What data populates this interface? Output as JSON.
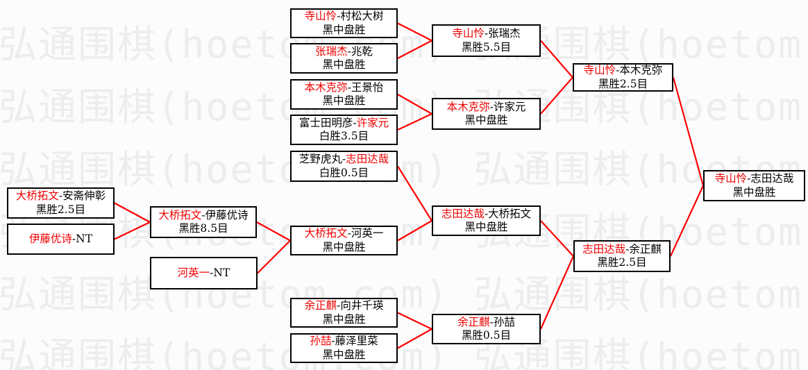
{
  "watermark": {
    "unit": "弘通围棋(hoetom.com)",
    "row_text": "弘通围棋(hoetom.com) 弘通围棋(hoetom.com) 弘通围棋(hoetom.com)",
    "color": "#ebedee"
  },
  "colors": {
    "winner": "#ee0000",
    "line": "#ff0000",
    "box_border": "#000000",
    "text": "#000000",
    "background": "#fcfcfd",
    "box_background": "#ffffff"
  },
  "separator": "-",
  "bracket": {
    "matches": [
      {
        "id": "L1a",
        "players": [
          {
            "name": "大桥拓文",
            "winner": true
          },
          {
            "name": "安斋伸彰",
            "winner": false
          }
        ],
        "result": "黑胜2.5目",
        "next": "L2a"
      },
      {
        "id": "L1b",
        "players": [
          {
            "name": "伊藤优诗",
            "winner": true
          },
          {
            "name": "NT",
            "winner": false
          }
        ],
        "result": "",
        "next": "L2a"
      },
      {
        "id": "L2a",
        "players": [
          {
            "name": "大桥拓文",
            "winner": true
          },
          {
            "name": "伊藤优诗",
            "winner": false
          }
        ],
        "result": "黑胜8.5目",
        "next": "R1f"
      },
      {
        "id": "L2b",
        "players": [
          {
            "name": "河英一",
            "winner": true
          },
          {
            "name": "NT",
            "winner": false
          }
        ],
        "result": "",
        "next": "R1f"
      },
      {
        "id": "R1a",
        "players": [
          {
            "name": "寺山怜",
            "winner": true
          },
          {
            "name": "村松大树",
            "winner": false
          }
        ],
        "result": "黑中盘胜",
        "next": "QF1"
      },
      {
        "id": "R1b",
        "players": [
          {
            "name": "张瑞杰",
            "winner": true
          },
          {
            "name": "兆乾",
            "winner": false
          }
        ],
        "result": "黑中盘胜",
        "next": "QF1"
      },
      {
        "id": "R1c",
        "players": [
          {
            "name": "本木克弥",
            "winner": true
          },
          {
            "name": "王景怡",
            "winner": false
          }
        ],
        "result": "黑中盘胜",
        "next": "QF2"
      },
      {
        "id": "R1d",
        "players": [
          {
            "name": "富士田明彦",
            "winner": false
          },
          {
            "name": "许家元",
            "winner": true
          }
        ],
        "result": "白胜3.5目",
        "next": "QF2"
      },
      {
        "id": "R1e",
        "players": [
          {
            "name": "芝野虎丸",
            "winner": false
          },
          {
            "name": "志田达哉",
            "winner": true
          }
        ],
        "result": "白胜0.5目",
        "next": "QF3"
      },
      {
        "id": "R1f",
        "players": [
          {
            "name": "大桥拓文",
            "winner": true
          },
          {
            "name": "河英一",
            "winner": false
          }
        ],
        "result": "黑中盘胜",
        "next": "QF3"
      },
      {
        "id": "R1g",
        "players": [
          {
            "name": "余正麒",
            "winner": true
          },
          {
            "name": "向井千瑛",
            "winner": false
          }
        ],
        "result": "黑中盘胜",
        "next": "QF4"
      },
      {
        "id": "R1h",
        "players": [
          {
            "name": "孙喆",
            "winner": true
          },
          {
            "name": "藤泽里菜",
            "winner": false
          }
        ],
        "result": "黑中盘胜",
        "next": "QF4"
      },
      {
        "id": "QF1",
        "players": [
          {
            "name": "寺山怜",
            "winner": true
          },
          {
            "name": "张瑞杰",
            "winner": false
          }
        ],
        "result": "黑胜5.5目",
        "next": "SF1"
      },
      {
        "id": "QF2",
        "players": [
          {
            "name": "本木克弥",
            "winner": true
          },
          {
            "name": "许家元",
            "winner": false
          }
        ],
        "result": "黑中盘胜",
        "next": "SF1"
      },
      {
        "id": "QF3",
        "players": [
          {
            "name": "志田达哉",
            "winner": true
          },
          {
            "name": "大桥拓文",
            "winner": false
          }
        ],
        "result": "黑中盘胜",
        "next": "SF2"
      },
      {
        "id": "QF4",
        "players": [
          {
            "name": "余正麒",
            "winner": true
          },
          {
            "name": "孙喆",
            "winner": false
          }
        ],
        "result": "黑胜0.5目",
        "next": "SF2"
      },
      {
        "id": "SF1",
        "players": [
          {
            "name": "寺山怜",
            "winner": true
          },
          {
            "name": "本木克弥",
            "winner": false
          }
        ],
        "result": "黑胜2.5目",
        "next": "F"
      },
      {
        "id": "SF2",
        "players": [
          {
            "name": "志田达哉",
            "winner": true
          },
          {
            "name": "余正麒",
            "winner": false
          }
        ],
        "result": "黑胜2.5目",
        "next": "F"
      },
      {
        "id": "F",
        "players": [
          {
            "name": "寺山怜",
            "winner": true
          },
          {
            "name": "志田达哉",
            "winner": false
          }
        ],
        "result": "黑中盘胜",
        "next": null
      }
    ]
  }
}
